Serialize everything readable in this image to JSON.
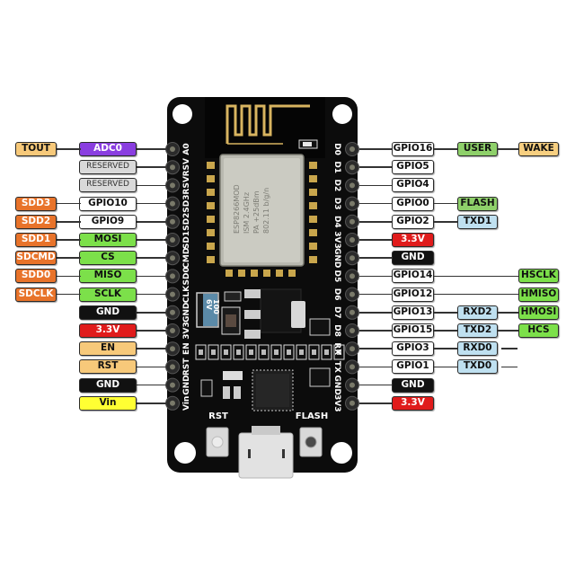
{
  "title": "NodeMCU ESP8266 Pinout",
  "colors": {
    "tout": "#f7c97a",
    "adc": "#8a3ee0",
    "reserved": "#d9d9d9",
    "gpio": "#ffffff",
    "sdd": "#e8732a",
    "spi": "#7ce04a",
    "gnd": "#111111",
    "v33": "#e01b1b",
    "en_rst": "#f7c97a",
    "vin": "#ffff33",
    "user": "#8ed06a",
    "wake": "#f7cf80",
    "uart": "#bfe0f0",
    "hspi": "#7ce04a",
    "board": "#0c0c0c"
  },
  "board": {
    "left_silkscreen": [
      "A0",
      "RSV",
      "RSV",
      "SD3",
      "SD2",
      "SD1",
      "CMD",
      "SD0",
      "CLK",
      "GND",
      "3V3",
      "EN",
      "RST",
      "GND",
      "Vin"
    ],
    "right_silkscreen": [
      "D0",
      "D1",
      "D2",
      "D3",
      "D4",
      "3V3",
      "GND",
      "D5",
      "D6",
      "D7",
      "D8",
      "RX",
      "TX",
      "GND",
      "3V3"
    ],
    "button_rst": "RST",
    "button_flash": "FLASH",
    "module_text": [
      "ESP8266MOD",
      "ISM 2.4GHz",
      "PA +25dBm",
      "802.11 b/g/n"
    ],
    "capacitor_text": [
      "100",
      "6V"
    ]
  },
  "left_pins": [
    {
      "board": "A0",
      "primary": {
        "text": "ADC0",
        "kind": "adc"
      },
      "secondary": {
        "text": "TOUT",
        "kind": "tout"
      }
    },
    {
      "board": "RSV",
      "primary": {
        "text": "RESERVED",
        "kind": "reserved"
      },
      "secondary": null
    },
    {
      "board": "RSV",
      "primary": {
        "text": "RESERVED",
        "kind": "reserved"
      },
      "secondary": null
    },
    {
      "board": "SD3",
      "primary": {
        "text": "GPIO10",
        "kind": "gpio"
      },
      "secondary": {
        "text": "SDD3",
        "kind": "sdd"
      }
    },
    {
      "board": "SD2",
      "primary": {
        "text": "GPIO9",
        "kind": "gpio"
      },
      "secondary": {
        "text": "SDD2",
        "kind": "sdd"
      }
    },
    {
      "board": "SD1",
      "primary": {
        "text": "MOSI",
        "kind": "spi"
      },
      "secondary": {
        "text": "SDD1",
        "kind": "sdd"
      }
    },
    {
      "board": "CMD",
      "primary": {
        "text": "CS",
        "kind": "spi"
      },
      "secondary": {
        "text": "SDCMD",
        "kind": "sdd"
      }
    },
    {
      "board": "SD0",
      "primary": {
        "text": "MISO",
        "kind": "spi"
      },
      "secondary": {
        "text": "SDD0",
        "kind": "sdd"
      }
    },
    {
      "board": "CLK",
      "primary": {
        "text": "SCLK",
        "kind": "spi"
      },
      "secondary": {
        "text": "SDCLK",
        "kind": "sdd"
      }
    },
    {
      "board": "GND",
      "primary": {
        "text": "GND",
        "kind": "gnd"
      },
      "secondary": null
    },
    {
      "board": "3V3",
      "primary": {
        "text": "3.3V",
        "kind": "v33"
      },
      "secondary": null
    },
    {
      "board": "EN",
      "primary": {
        "text": "EN",
        "kind": "en_rst"
      },
      "secondary": null
    },
    {
      "board": "RST",
      "primary": {
        "text": "RST",
        "kind": "en_rst"
      },
      "secondary": null
    },
    {
      "board": "GND",
      "primary": {
        "text": "GND",
        "kind": "gnd"
      },
      "secondary": null
    },
    {
      "board": "Vin",
      "primary": {
        "text": "Vin",
        "kind": "vin"
      },
      "secondary": null
    }
  ],
  "right_pins": [
    {
      "board": "D0",
      "primary": {
        "text": "GPIO16",
        "kind": "gpio"
      },
      "middle": {
        "text": "USER",
        "kind": "user"
      },
      "far": {
        "text": "WAKE",
        "kind": "wake"
      }
    },
    {
      "board": "D1",
      "primary": {
        "text": "GPIO5",
        "kind": "gpio"
      },
      "middle": null,
      "far": null
    },
    {
      "board": "D2",
      "primary": {
        "text": "GPIO4",
        "kind": "gpio"
      },
      "middle": null,
      "far": null
    },
    {
      "board": "D3",
      "primary": {
        "text": "GPIO0",
        "kind": "gpio"
      },
      "middle": {
        "text": "FLASH",
        "kind": "user"
      },
      "far": null
    },
    {
      "board": "D4",
      "primary": {
        "text": "GPIO2",
        "kind": "gpio"
      },
      "middle": {
        "text": "TXD1",
        "kind": "uart"
      },
      "far": null
    },
    {
      "board": "3V3",
      "primary": {
        "text": "3.3V",
        "kind": "v33"
      },
      "middle": null,
      "far": null
    },
    {
      "board": "GND",
      "primary": {
        "text": "GND",
        "kind": "gnd"
      },
      "middle": null,
      "far": null
    },
    {
      "board": "D5",
      "primary": {
        "text": "GPIO14",
        "kind": "gpio"
      },
      "middle": null,
      "far": {
        "text": "HSCLK",
        "kind": "hspi"
      }
    },
    {
      "board": "D6",
      "primary": {
        "text": "GPIO12",
        "kind": "gpio"
      },
      "middle": null,
      "far": {
        "text": "HMISO",
        "kind": "hspi"
      }
    },
    {
      "board": "D7",
      "primary": {
        "text": "GPIO13",
        "kind": "gpio"
      },
      "middle": {
        "text": "RXD2",
        "kind": "uart"
      },
      "far": {
        "text": "HMOSI",
        "kind": "hspi"
      }
    },
    {
      "board": "D8",
      "primary": {
        "text": "GPIO15",
        "kind": "gpio"
      },
      "middle": {
        "text": "TXD2",
        "kind": "uart"
      },
      "far": {
        "text": "HCS",
        "kind": "hspi"
      }
    },
    {
      "board": "RX",
      "primary": {
        "text": "GPIO3",
        "kind": "gpio"
      },
      "middle": {
        "text": "RXD0",
        "kind": "uart"
      },
      "far": null,
      "stub": true
    },
    {
      "board": "TX",
      "primary": {
        "text": "GPIO1",
        "kind": "gpio"
      },
      "middle": {
        "text": "TXD0",
        "kind": "uart"
      },
      "far": null,
      "stub": true
    },
    {
      "board": "GND",
      "primary": {
        "text": "GND",
        "kind": "gnd"
      },
      "middle": null,
      "far": null
    },
    {
      "board": "3V3",
      "primary": {
        "text": "3.3V",
        "kind": "v33"
      },
      "middle": null,
      "far": null
    }
  ]
}
